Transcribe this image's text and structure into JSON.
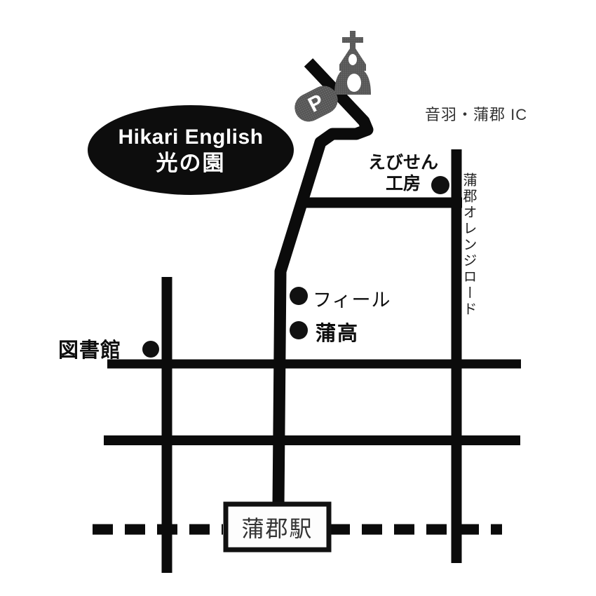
{
  "map": {
    "school_bubble": {
      "name_en": "Hikari English",
      "name_jp": "光の園",
      "bubble_color": "#0d0d0d",
      "text_color": "#ffffff"
    },
    "labels": {
      "interchange": "音羽・蒲郡 IC",
      "ebisen_line1": "えびせん",
      "ebisen_line2": "工房",
      "orange_road": "蒲郡オレンジロード",
      "feel": "フィール",
      "gamagori_hs": "蒲高",
      "library": "図書館",
      "station": "蒲郡駅",
      "parking": "P"
    },
    "colors": {
      "road": "#0b0b0b",
      "landmark_gray": "#585858",
      "label_text": "#1a1a1a",
      "station_fill": "#fdfdfd",
      "background": "#ffffff"
    }
  }
}
